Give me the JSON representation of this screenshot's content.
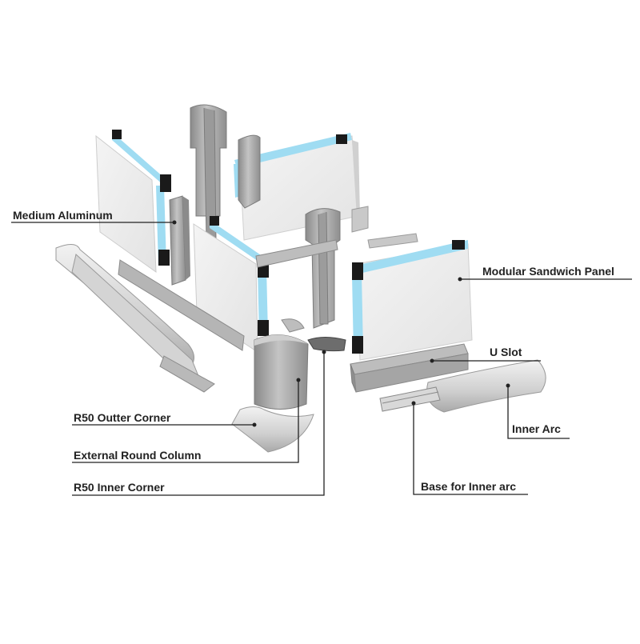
{
  "labels": {
    "medium_aluminum": "Medium Aluminum",
    "modular_sandwich_panel": "Modular Sandwich Panel",
    "u_slot": "U Slot",
    "inner_arc": "Inner Arc",
    "r50_outter_corner": "R50 Outter Corner",
    "external_round_column": "External Round Column",
    "r50_inner_corner": "R50 Inner Corner",
    "base_for_inner_arc": "Base for Inner arc"
  },
  "colors": {
    "panel_face": "#efefef",
    "panel_side": "#d9d9d9",
    "glass": "#9fdcf2",
    "seal": "#1a1a1a",
    "aluminum": "#a8a8a8",
    "aluminum_dark": "#7c7c7c",
    "leader": "#222222"
  }
}
